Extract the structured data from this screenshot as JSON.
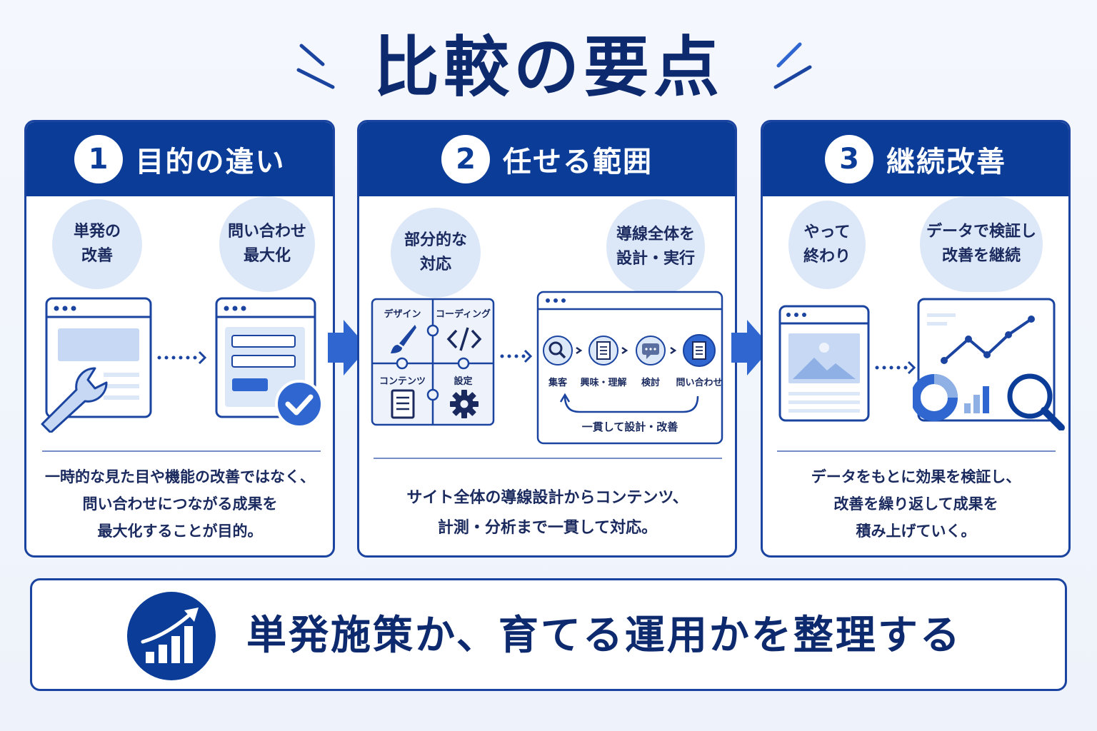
{
  "title": "比較の要点",
  "panels": [
    {
      "num": "1",
      "title": "目的の違い",
      "bubble_left": [
        "単発の",
        "改善"
      ],
      "bubble_right": [
        "問い合わせ",
        "最大化"
      ],
      "desc": [
        "一時的な見た目や機能の改善ではなく、",
        "問い合わせにつながる成果を",
        "最大化することが目的。"
      ]
    },
    {
      "num": "2",
      "title": "任せる範囲",
      "bubble_left": [
        "部分的な",
        "対応"
      ],
      "bubble_right": [
        "導線全体を",
        "設計・実行"
      ],
      "puzzle": [
        "デザイン",
        "コーディング",
        "コンテンツ",
        "設定"
      ],
      "flow": [
        "集客",
        "興味・理解",
        "検討",
        "問い合わせ"
      ],
      "flow_caption": "一貫して設計・改善",
      "desc": [
        "サイト全体の導線設計からコンテンツ、",
        "計測・分析まで一貫して対応。"
      ]
    },
    {
      "num": "3",
      "title": "継続改善",
      "bubble_left": [
        "やって",
        "終わり"
      ],
      "bubble_right": [
        "データで検証し",
        "改善を継続"
      ],
      "desc": [
        "データをもとに効果を検証し、",
        "改善を繰り返して成果を",
        "積み上げていく。"
      ]
    }
  ],
  "summary": "単発施策か、育てる運用かを整理する",
  "colors": {
    "primary": "#0b3d98",
    "light": "#dce7f8",
    "accent": "#2f66d0"
  }
}
